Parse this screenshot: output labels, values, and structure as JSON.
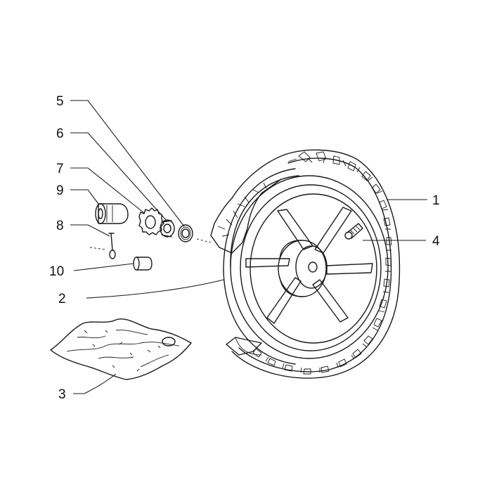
{
  "diagram": {
    "ink_color": "#1a1a1a",
    "background": "#ffffff",
    "callouts": [
      {
        "id": "c1",
        "label": "1"
      },
      {
        "id": "c2",
        "label": "2"
      },
      {
        "id": "c3",
        "label": "3"
      },
      {
        "id": "c4",
        "label": "4"
      },
      {
        "id": "c5",
        "label": "5"
      },
      {
        "id": "c6",
        "label": "6"
      },
      {
        "id": "c7",
        "label": "7"
      },
      {
        "id": "c8",
        "label": "8"
      },
      {
        "id": "c9",
        "label": "9"
      },
      {
        "id": "c10",
        "label": "10"
      }
    ]
  }
}
